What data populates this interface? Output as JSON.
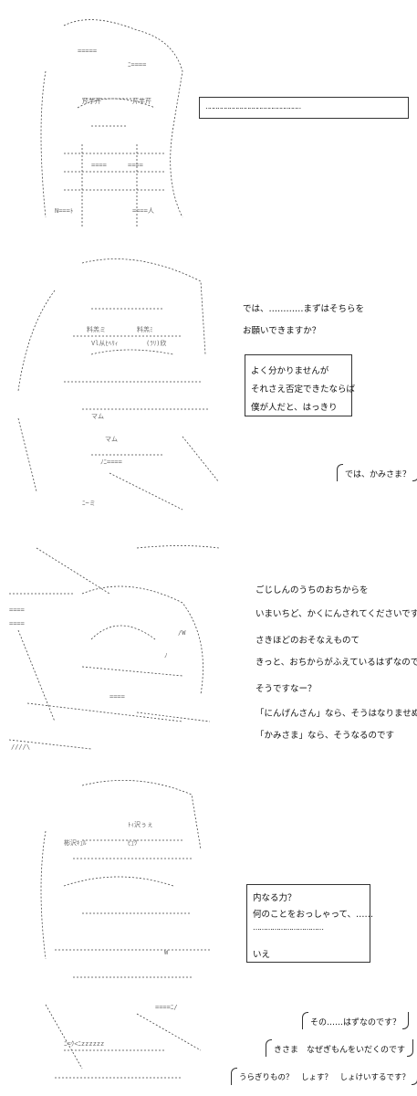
{
  "panel1": {
    "dialog_box_text": "‥‥‥‥‥‥‥‥‥‥‥‥‥‥‥‥‥‥‥‥‥‥‥‥"
  },
  "panel2": {
    "narration": [
      "では、…………まずはそちらを",
      "お願いできますか？"
    ],
    "box_lines": [
      "よく分かりませんが",
      "それさえ否定できたならば",
      "僕が人だと、はっきり"
    ],
    "bubble": "では、かみさま？"
  },
  "panel3": {
    "lines": [
      "ごじしんのうちのおちからを",
      "いまいちど、かくにんされてくださいです？",
      "さきほどのおそなえものて",
      "きっと、おちからがふえているはずなのでー",
      "そうですなー？",
      "「にんげんさん」なら、そうはなりませぬし",
      "「かみさま」なら、そうなるのです"
    ]
  },
  "panel4": {
    "box_lines": [
      "内なる力？",
      "何のことをおっしゃって、……",
      "……………………………",
      "",
      "いえ"
    ],
    "bubbles": [
      "その……はずなのです？",
      "きさま　なぜぎもんをいだくのです",
      "うらぎりもの？　しょす？　しょけいするです？"
    ]
  }
}
